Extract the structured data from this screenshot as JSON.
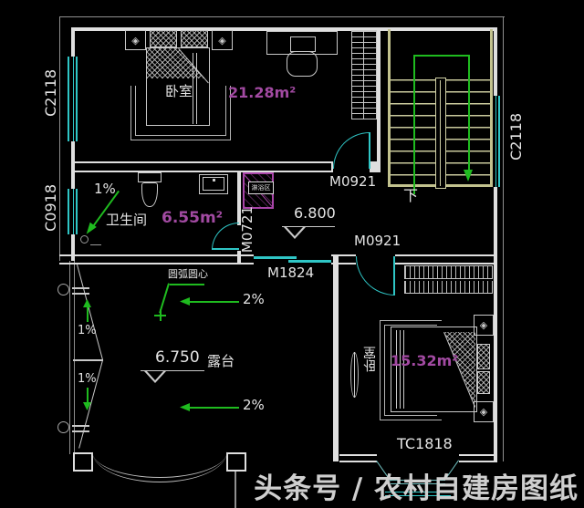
{
  "watermark": "头条号 / 农村自建房图纸",
  "rooms": {
    "bedroom1": {
      "name": "卧室",
      "area": "21.28m²"
    },
    "bathroom": {
      "name": "卫生间",
      "area": "6.55m²"
    },
    "bedroom2": {
      "name": "卧室",
      "area": "15.32m²"
    },
    "terrace": {
      "name": "露台",
      "elevation": "6.750"
    },
    "hall": {
      "elevation": "6.800"
    },
    "stairs": {
      "direction": "下"
    }
  },
  "openings": {
    "window_left_top": "C2118",
    "window_left_mid": "C0918",
    "window_right": "C2118",
    "bay_window": "TC1818",
    "door_bedroom1": "M0921",
    "door_bedroom2": "M0921",
    "door_bathroom": "M0721",
    "slider_terrace": "M1824"
  },
  "annotations": {
    "shower_area": "淋浴区",
    "arc_center_note": "圆弧圆心",
    "slope_1pct": "1%",
    "slope_2pct": "2%"
  },
  "icons": {
    "flower": "◈"
  },
  "colors": {
    "wall": "#dfdfdf",
    "outline": "#8f8f8f",
    "glass": "#2fc6c6",
    "stair": "#c2c28e",
    "green": "#1fbb1f",
    "area_text": "#a24aa2",
    "label_text": "#e4e4e4",
    "watermark": "#cfcfcf"
  }
}
